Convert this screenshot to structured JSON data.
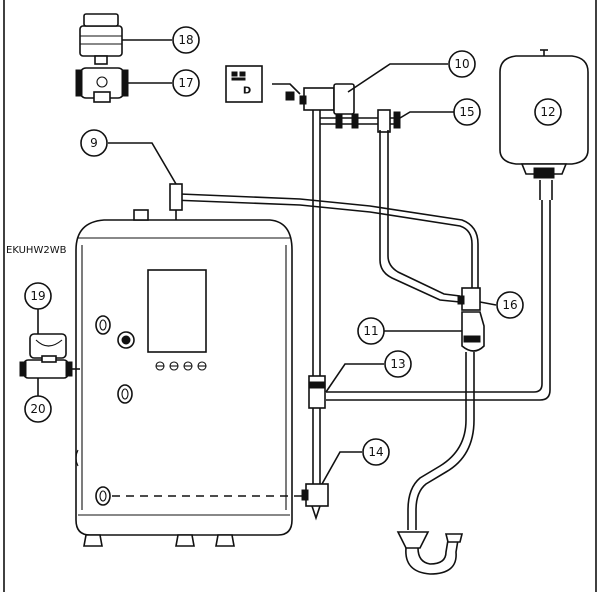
{
  "model_label": "EKUHW2WB",
  "socket_letter": "D",
  "callouts": {
    "c9": "9",
    "c10": "10",
    "c11": "11",
    "c12": "12",
    "c13": "13",
    "c14": "14",
    "c15": "15",
    "c16": "16",
    "c17": "17",
    "c18": "18",
    "c19": "19",
    "c20": "20"
  }
}
